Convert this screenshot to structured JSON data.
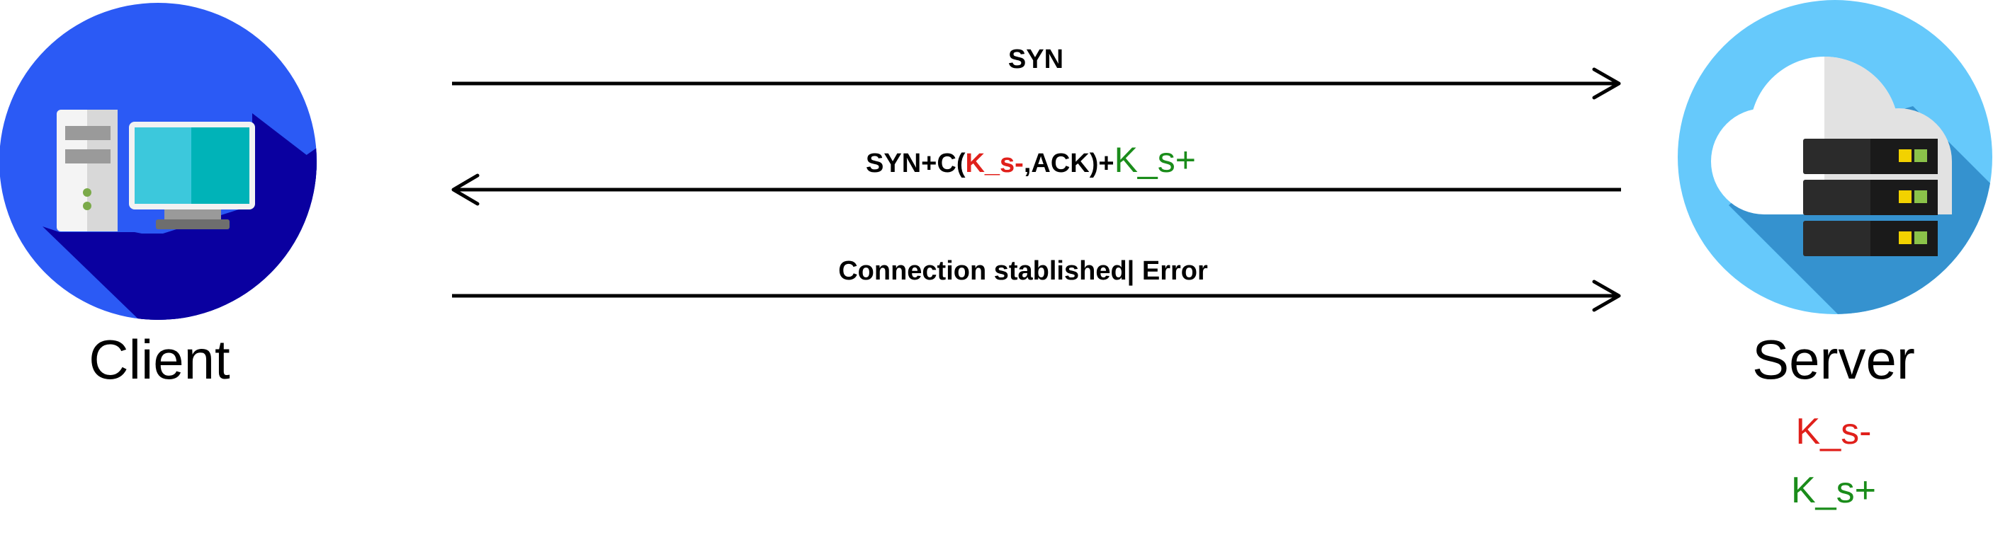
{
  "nodes": {
    "client": {
      "label": "Client",
      "icon": "desktop-computer-icon"
    },
    "server": {
      "label": "Server",
      "icon": "cloud-server-icon"
    }
  },
  "messages": {
    "syn": {
      "text": "SYN",
      "direction": "client-to-server"
    },
    "synack": {
      "direction": "server-to-client",
      "prefix": "SYN+C(",
      "private_key": "K_s-",
      "mid": ",ACK)+",
      "public_key": "K_s+"
    },
    "result": {
      "text": "Connection stablished| Error",
      "direction": "client-to-server"
    }
  },
  "server_keys": {
    "private": "K_s-",
    "public": "K_s+"
  },
  "colors": {
    "client_circle": "#2B5AF5",
    "client_shadow": "#0A00A0",
    "server_circle": "#66C9FB",
    "server_shadow": "#3592CF",
    "private_key": "#E0201B",
    "public_key": "#1A8C1A",
    "arrow": "#000000"
  }
}
